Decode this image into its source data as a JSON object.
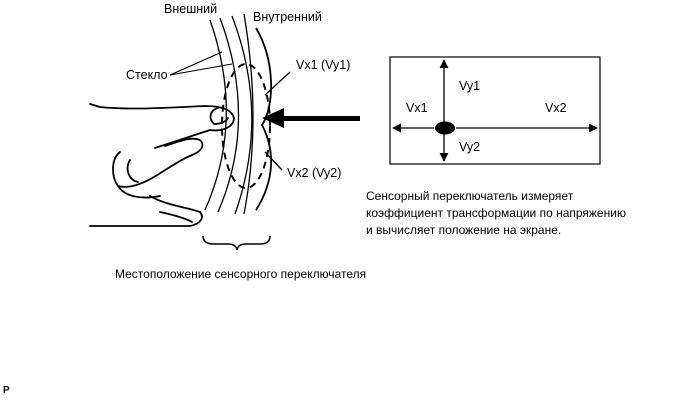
{
  "labels": {
    "outer": "Внешний",
    "inner": "Внутренний",
    "glass": "Стекло",
    "vx1_vy1": "Vx1 (Vy1)",
    "vx2_vy2": "Vx2 (Vy2)",
    "location": "Местоположение сенсорного переключателя",
    "corner": "P"
  },
  "screen": {
    "vy1": "Vy1",
    "vy2": "Vy2",
    "vx1": "Vx1",
    "vx2": "Vx2"
  },
  "description": [
    "Сенсорный переключатель измеряет",
    "коэффициент трансформации по напряжению",
    "и вычисляет положение на экране."
  ],
  "colors": {
    "stroke": "#000000",
    "background": "#ffffff"
  }
}
